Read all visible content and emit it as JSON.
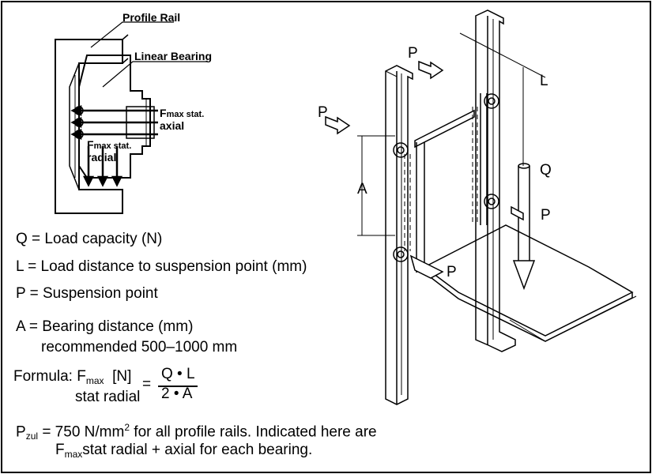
{
  "inset": {
    "profile_rail": "Profile Rail",
    "linear_bearing": "Linear Bearing",
    "f_axial": {
      "main": "F",
      "sub": "max stat.",
      "line2": "axial"
    },
    "f_radial": {
      "main": "F",
      "sub": "max stat.",
      "line2": "radial"
    }
  },
  "legend": {
    "q": "Q = Load capacity (N)",
    "l": "L = Load distance to suspension point (mm)",
    "p": "P = Suspension point",
    "a_line1": "A = Bearing distance (mm)",
    "a_line2": "recommended 500–1000 mm"
  },
  "formula": {
    "prefix": "Formula: F",
    "sub": "max",
    "unit": "[N]",
    "line2": "stat radial",
    "equals": "=",
    "numerator": "Q • L",
    "denominator": "2 • A"
  },
  "note": {
    "p": "P",
    "p_sub": "zul",
    "value": "= 750 N/mm",
    "sup": "2",
    "rest": " for all profile rails. Indicated here are",
    "f": "F",
    "f_sub": "max",
    "line2": "stat radial + axial for each bearing."
  },
  "drawing": {
    "p_top": "P",
    "p_left": "P",
    "p_right": "P",
    "p_bottom": "P",
    "l": "L",
    "q": "Q",
    "a": "A"
  }
}
